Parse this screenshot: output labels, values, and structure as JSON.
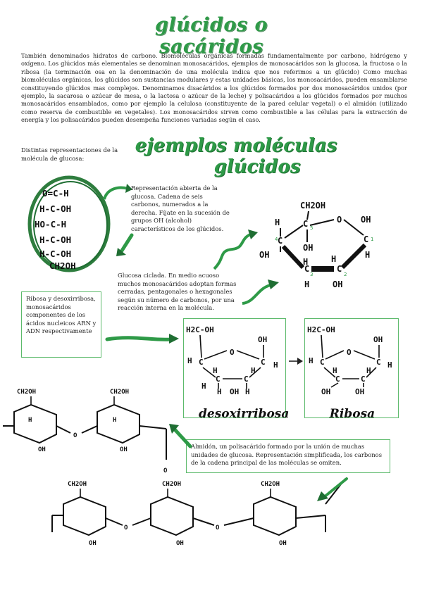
{
  "title": "glúcidos o sacáridos",
  "intro": "También denominados hidratos de carbono. Biomoléculas orgánicas formadas fundamentalmente por carbono, hidrógeno y oxígeno. Los glúcidos más elementales se denominan monosacáridos, ejemplos de monosacáridos son la glucosa, la fructosa o la ribosa (la terminación osa en la denominación de una molécula indica que nos referimos a un glúcido) Como muchas biomoléculas orgánicas, los glúcidos son sustancias modulares y estas unidades básicas, los monosacáridos, pueden ensamblarse constituyendo glúcidos mas complejos. Denominamos disacáridos a los glúcidos formados por dos monosacáridos unidos (por ejemplo, la sacarosa o azúcar de mesa, o la lactosa o azúcar de la leche) y polisacáridos a los glúcidos formados por muchos monosacáridos ensamblados, como por ejemplo la celulosa (constituyente de la pared celular vegetal) o el almidón (utilizado como reserva de combustible en vegetales). Los monosacáridos sirven como combustible a las células para la extracción de energía y los polisacáridos pueden desempeña funciones variadas según el caso.",
  "examples_title_line1": "ejemplos moléculas",
  "examples_title_line2": "glúcidos",
  "glucose_caption": "Distintas representaciones de la molécula de glucosa:",
  "open_chain_note": "Representación abierta de la glucosa. Cadena de seis carbonos, numerados a la derecha. Fíjate en la sucesión de grupos OH (alcohol) característicos de los glúcidos.",
  "cyclic_note": "Glucosa ciclada. En medio acuoso muchos monosacáridos adoptan formas cerradas, pentagonales o hexagonales según su número de carbonos, por una reacción interna en la molécula.",
  "ribose_note": "Ribosa y desoxirribosa, monosacáridos componentes de los ácidos nucleicos ARN y ADN respectivamente",
  "deoxyribose_label": "desoxirribosa",
  "ribose_label": "Ribosa",
  "starch_note": "Almidón, un polisacárido formado por la unión de muchas unidades de glucosa. Representación simplificada, los carbonos de la cadena principal de las moléculas se omiten.",
  "chem": {
    "open_rows": [
      "O=C-H",
      "H-C-OH",
      "HO-C-H",
      "H-C-OH",
      "H-C-OH",
      "CH2OH"
    ],
    "ch2oh": "CH2OH",
    "h2coh": "H2C-OH",
    "oh": "OH",
    "h": "H",
    "o": "O",
    "c": "C",
    "ring_numbers": [
      "1",
      "2",
      "3",
      "4",
      "5"
    ]
  },
  "colors": {
    "accent": "#2e9a47",
    "accent_light": "#5cba6b",
    "dark": "#1f6e33"
  }
}
